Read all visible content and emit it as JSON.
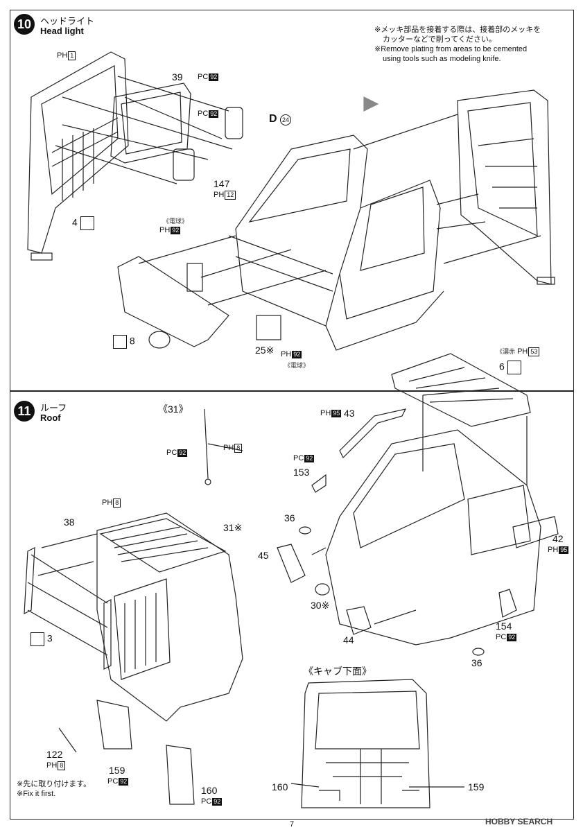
{
  "step10": {
    "number": "10",
    "title_jp": "ヘッドライト",
    "title_en": "Head light",
    "note_jp_1": "※メッキ部品を接着する際は、接着部のメッキを",
    "note_jp_2": "カッターなどで削ってください。",
    "note_en_1": "※Remove plating from areas to be cemented",
    "note_en_2": "using tools such as modeling knife.",
    "labels": {
      "ph1": "PH",
      "ph1_box": "1",
      "p39": "39",
      "pc92a": "PC",
      "pc92a_box": "92",
      "pc92b": "PC",
      "pc92b_box": "92",
      "d": "D",
      "d_circled": "24",
      "p147": "147",
      "ph12": "PH",
      "ph12_box": "12",
      "p4": "4",
      "elec1": "《電球》",
      "ph92a": "PH",
      "ph92a_box": "92",
      "p8": "8",
      "p25": "25※",
      "ph92b": "PH",
      "ph92b_box": "92",
      "elec2": "《電球》",
      "hotai": "《濃赤",
      "ph53": "PH",
      "ph53_box": "53",
      "p6": "6"
    }
  },
  "step11": {
    "number": "11",
    "title_jp": "ルーフ",
    "title_en": "Roof",
    "labels": {
      "p31_ref": "《31》",
      "pc92_31": "PC",
      "pc92_31_box": "92",
      "ph8_31": "PH",
      "ph8_31_box": "8",
      "ph95_43": "PH",
      "ph95_43_box": "95",
      "p43": "43",
      "pc92_153": "PC",
      "pc92_153_box": "92",
      "p153": "153",
      "ph8_roof": "PH",
      "ph8_roof_box": "8",
      "p38": "38",
      "p31s": "31※",
      "p36a": "36",
      "p45": "45",
      "p42": "42",
      "ph95_42": "PH",
      "ph95_42_box": "95",
      "p30": "30※",
      "p3": "3",
      "p44": "44",
      "p154": "154",
      "pc92_154": "PC",
      "pc92_154_box": "92",
      "p36b": "36",
      "cab_under": "《キャブ下面》",
      "p122": "122",
      "ph8_122": "PH",
      "ph8_122_box": "8",
      "p159a": "159",
      "pc92_159": "PC",
      "pc92_159_box": "92",
      "p160a": "160",
      "pc92_160": "PC",
      "pc92_160_box": "92",
      "p160b": "160",
      "p159b": "159",
      "note_jp": "※先に取り付けます。",
      "note_en": "※Fix it first."
    }
  },
  "footer": {
    "page": "7",
    "brand": "HOBBY SEARCH"
  }
}
